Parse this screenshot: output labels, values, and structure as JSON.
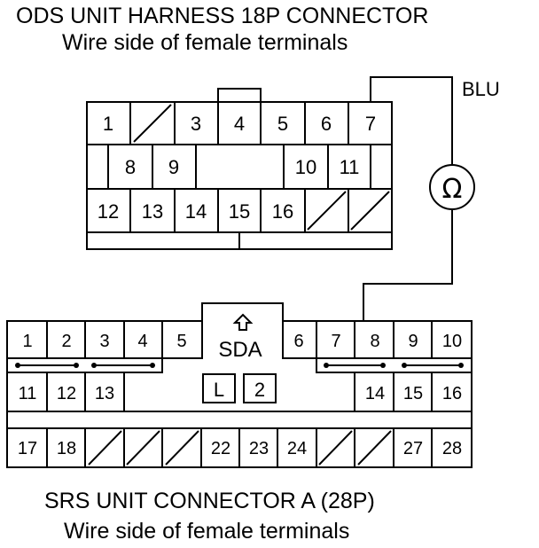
{
  "top_connector": {
    "title": "ODS UNIT HARNESS 18P CONNECTOR",
    "subtitle": "Wire side of female terminals",
    "pins": {
      "p1": "1",
      "p3": "3",
      "p4": "4",
      "p5": "5",
      "p6": "6",
      "p7": "7",
      "p8": "8",
      "p9": "9",
      "p10": "10",
      "p11": "11",
      "p12": "12",
      "p13": "13",
      "p14": "14",
      "p15": "15",
      "p16": "16"
    }
  },
  "wire": {
    "color_label": "BLU"
  },
  "meter": {
    "symbol": "Ω"
  },
  "bottom_connector": {
    "title": "SRS UNIT CONNECTOR A (28P)",
    "subtitle": "Wire side of female terminals",
    "sda_label": "SDA",
    "box_l": "L",
    "box_2": "2",
    "pins": {
      "p1": "1",
      "p2": "2",
      "p3": "3",
      "p4": "4",
      "p5": "5",
      "p6": "6",
      "p7": "7",
      "p8": "8",
      "p9": "9",
      "p10": "10",
      "p11": "11",
      "p12": "12",
      "p13": "13",
      "p14": "14",
      "p15": "15",
      "p16": "16",
      "p17": "17",
      "p18": "18",
      "p22": "22",
      "p23": "23",
      "p24": "24",
      "p27": "27",
      "p28": "28"
    }
  }
}
